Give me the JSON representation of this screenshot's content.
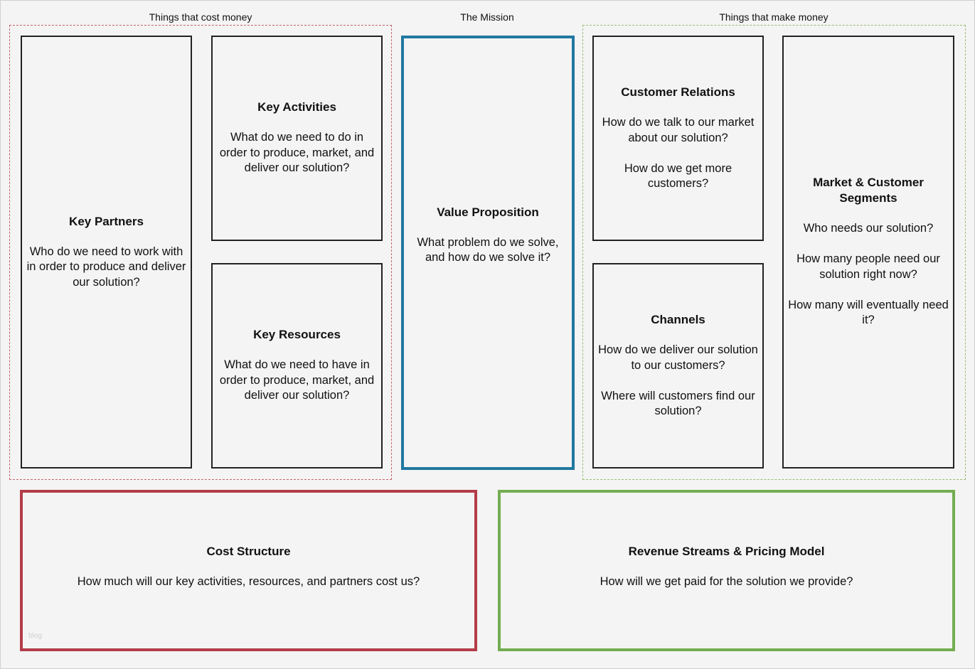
{
  "labels": {
    "cost_group": "Things that cost money",
    "mission": "The Mission",
    "make_group": "Things that make money"
  },
  "blocks": {
    "key_partners": {
      "title": "Key Partners",
      "questions": [
        "Who do we need to work with in order to produce and deliver our solution?"
      ]
    },
    "key_activities": {
      "title": "Key Activities",
      "questions": [
        "What do we need to do in order to produce, market, and deliver our solution?"
      ]
    },
    "key_resources": {
      "title": "Key Resources",
      "questions": [
        "What do we need to have in order to produce, market, and deliver our solution?"
      ]
    },
    "value_proposition": {
      "title": "Value Proposition",
      "questions": [
        "What problem do we solve, and how do we solve it?"
      ]
    },
    "customer_relations": {
      "title": "Customer Relations",
      "questions": [
        "How do we talk to our market about our solution?",
        "How do we get more customers?"
      ]
    },
    "channels": {
      "title": "Channels",
      "questions": [
        "How do we deliver our solution to our customers?",
        "Where will customers find our solution?"
      ]
    },
    "market_segments": {
      "title": "Market & Customer Segments",
      "questions": [
        "Who needs our solution?",
        "How many people need our solution right now?",
        "How many will eventually need it?"
      ]
    },
    "cost_structure": {
      "title": "Cost Structure",
      "questions": [
        "How much will our key activities, resources, and partners cost us?"
      ]
    },
    "revenue_streams": {
      "title": "Revenue Streams & Pricing Model",
      "questions": [
        "How will we get paid for the solution we provide?"
      ]
    }
  },
  "colors": {
    "cost_dashed": "#c4636f",
    "make_dashed": "#9dbb73",
    "value_border": "#2078a0",
    "cost_border": "#b43c48",
    "revenue_border": "#73ad50"
  },
  "watermark": "blog"
}
